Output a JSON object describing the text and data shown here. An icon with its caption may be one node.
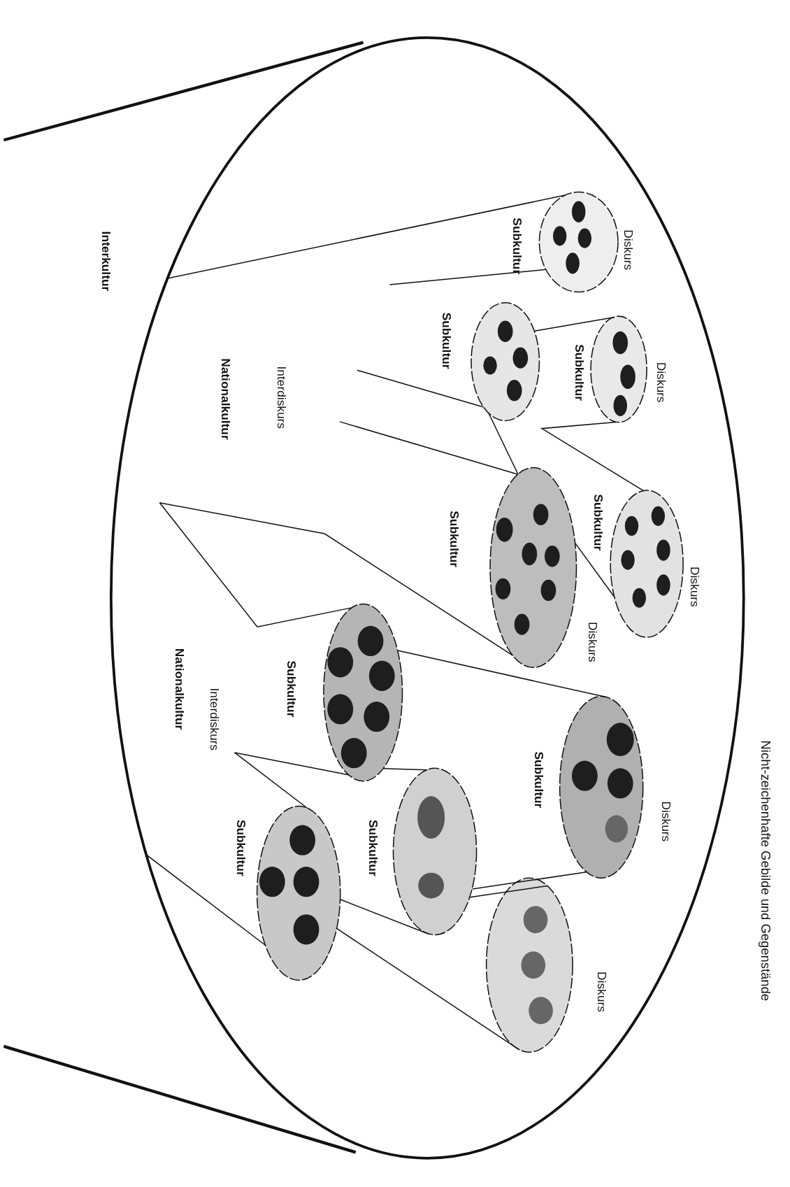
{
  "diagram": {
    "title": "Nicht-zeichenhafte Gebilde und Gegenstände",
    "nodes": [
      {
        "text": [],
        "shape": "ellipse"
      },
      {
        "text": [],
        "shape": "ellipse",
        "in": 0,
        "beside": [
          "Diskurs",
          "Subkultur"
        ]
      },
      {
        "text": [],
        "shape": "ellipse",
        "in": 0,
        "beside": [
          "Subkultur"
        ]
      },
      {
        "text": [],
        "shape": "ellipse",
        "in": 0,
        "beside": [
          "Diskurs",
          "Subkultur"
        ]
      },
      {
        "text": [],
        "shape": "ellipse",
        "in": 0,
        "beside": [
          "Subkultur",
          "Diskurs"
        ]
      },
      {
        "text": [],
        "shape": "ellipse",
        "in": 0,
        "beside": [
          "Diskurs",
          "Subkultur"
        ]
      },
      {
        "text": [],
        "shape": "ellipse",
        "in": 0,
        "beside": [
          "Subkultur"
        ]
      },
      {
        "text": [],
        "shape": "ellipse",
        "in": 0,
        "beside": [
          "Diskurs",
          "Subkultur"
        ]
      },
      {
        "text": [],
        "shape": "ellipse",
        "in": 0,
        "beside": [
          "Subkultur"
        ]
      },
      {
        "text": [],
        "shape": "ellipse",
        "in": 0,
        "beside": [
          "Subkultur"
        ]
      },
      {
        "text": [],
        "shape": "ellipse",
        "in": 0,
        "beside": [
          "Diskurs"
        ]
      }
    ],
    "edges": [
      {
        "from": 1,
        "to": 0,
        "arrow": "none"
      },
      {
        "from": null,
        "to": 1,
        "arrow": "none"
      },
      {
        "from": 2,
        "to": 3,
        "arrow": "none"
      },
      {
        "from": null,
        "to": 2,
        "arrow": "none"
      },
      {
        "from": null,
        "to": 4,
        "arrow": "none"
      },
      {
        "from": 2,
        "to": 4,
        "arrow": "none"
      },
      {
        "from": 3,
        "to": 5,
        "arrow": "none"
      },
      {
        "from": 4,
        "to": 5,
        "arrow": "none"
      },
      {
        "from": null,
        "to": 4,
        "arrow": "none"
      },
      {
        "from": null,
        "to": 6,
        "arrow": "none"
      },
      {
        "from": 6,
        "to": 7,
        "arrow": "none"
      },
      {
        "from": null,
        "to": 6,
        "arrow": "none"
      },
      {
        "from": null,
        "to": 9,
        "arrow": "none"
      },
      {
        "from": 6,
        "to": 8,
        "arrow": "none"
      },
      {
        "from": 8,
        "to": 7,
        "arrow": "none"
      },
      {
        "from": 8,
        "to": 10,
        "arrow": "none"
      },
      {
        "from": 9,
        "to": 10,
        "arrow": "none"
      },
      {
        "from": 9,
        "to": 8,
        "arrow": "none"
      },
      {
        "from": 0,
        "to": 9,
        "arrow": "none"
      }
    ],
    "labels": [
      "Interkultur",
      "Interdiskurs",
      "Nationalkultur",
      "Interdiskurs",
      "Nationalkultur"
    ]
  }
}
